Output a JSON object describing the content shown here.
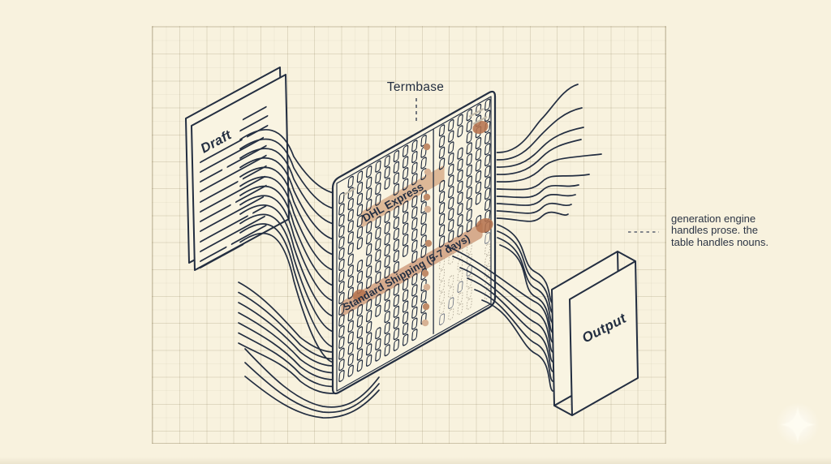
{
  "palette": {
    "background": "#f8f2de",
    "panel_fill": "#f9f4e2",
    "ink": "#232e41",
    "grid_line": "#ddd4ba",
    "band_fill": "#d9b18f",
    "band2_fill": "#d2a384",
    "dot": "#c08b68",
    "dot_light": "#d7b295",
    "dot_strong": "#b5734f",
    "ghost": "#a9a190",
    "ghost_dark": "#6a7180",
    "sparkle": "#fffdf2"
  },
  "labels": {
    "draft": "Draft",
    "termbase": "Termbase",
    "output": "Output"
  },
  "termbase_entries": [
    {
      "term": "DHL Express",
      "highlighted": true
    },
    {
      "term": "Standard Shipping (5-7 days)",
      "highlighted": true
    }
  ],
  "annotation": {
    "line1": "generation engine",
    "line2": "handles prose. the",
    "line3": "table handles nouns."
  },
  "icons": {
    "sparkle": "four-point-star-icon"
  }
}
